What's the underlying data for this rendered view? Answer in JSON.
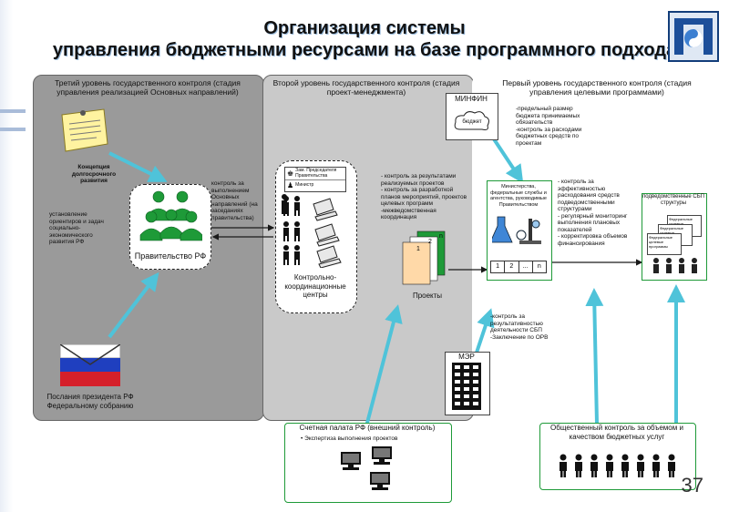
{
  "title": {
    "line1": "Организация системы",
    "line2": "управления бюджетными ресурсами на базе программного подхода"
  },
  "levels": {
    "third": "Третий уровень государственного контроля (стадия управления реализацией Основных направлений)",
    "second": "Второй уровень государственного контроля (стадия проект-менеджмента)",
    "first": "Первый уровень государственного контроля (стадия управления целевыми программами)"
  },
  "left_panel": {
    "concept": "Концепция долгосрочного развития",
    "setting": "установление ориентиров и задач социально-экономического развития РФ",
    "government": "Правительство РФ",
    "control_text": "контроль за выполнением Основных направлений (на заседаниях правительства)",
    "address": "Послания президента РФ Федеральному собранию"
  },
  "middle_panel": {
    "legend_deputy": "Зам. Председателя Правительства",
    "legend_minister": "Министр",
    "control_text": "- контроль за результатами реализуемых проектов\n- контроль за разработкой планов мероприятий, проектов целевых программ\n-межведомственная координация",
    "centers": "Контрольно-координационные центры",
    "projects": "Проекты",
    "doc_1": "1",
    "doc_2": "2",
    "doc_n": "n"
  },
  "minfin": {
    "label": "МИНФИН",
    "budget": "бюджет",
    "text": "-предельный размер бюджета принимаемых обязательств\n-контроль за расходами бюджетных средств по проектам"
  },
  "ministries": {
    "label": "Министерства, федеральные службы и агентства, руководимые Правительством",
    "cells": [
      "1",
      "2",
      "...",
      "n"
    ]
  },
  "first_controls": {
    "text": "- контроль за эффективностью расходования средств подведомственными структурами\n- регулярный мониторинг выполнения плановых показателей\n- корректировка объемов финансирования"
  },
  "sbp": {
    "label": "подведомственные СБП структуры",
    "doc_label": "Федеральные целевые программы"
  },
  "mer": {
    "label": "МЭР",
    "text": "-контроль за результативностью деятельности СБП\n-Заключение по ОРВ"
  },
  "audit": {
    "label": "Счетная палата РФ (внешний контроль)",
    "item": "Экспертиза выполнения проектов"
  },
  "public": {
    "label": "Общественный контроль за объемом и качеством бюджетных услуг"
  },
  "page_number": "37",
  "colors": {
    "arrow": "#4fc3d9",
    "green": "#1e9a38"
  }
}
